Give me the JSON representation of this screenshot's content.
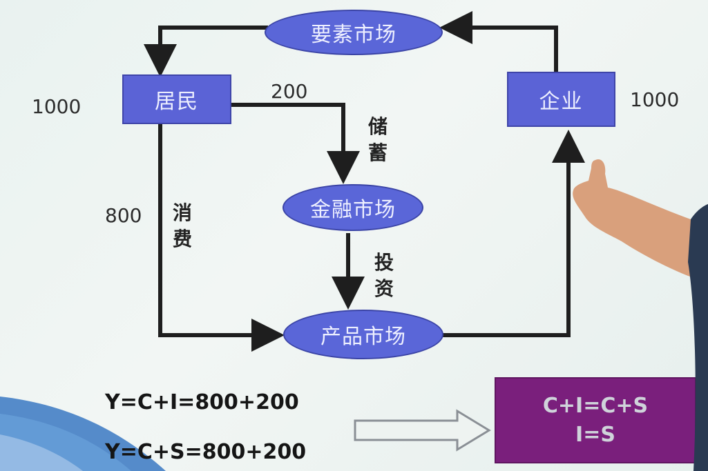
{
  "nodes": {
    "factor_market": "要素市场",
    "households": "居民",
    "firms": "企业",
    "financial_market": "金融市场",
    "product_market": "产品市场"
  },
  "labels": {
    "households_value": "1000",
    "firms_value": "1000",
    "saving_value": "200",
    "consumption_value": "800",
    "saving_label": [
      "储",
      "蓄"
    ],
    "consumption_label": [
      "消",
      "费"
    ],
    "investment_label": [
      "投",
      "资"
    ]
  },
  "formulas": {
    "line1": "Y=C+I=800+200",
    "line2": "Y=C+S=800+200"
  },
  "result": {
    "line1": "C+I=C+S",
    "line2": "I=S"
  },
  "colors": {
    "node_fill": "#5b63d6",
    "result_fill": "#7a1f7c",
    "arrow": "#1e1e1e"
  }
}
